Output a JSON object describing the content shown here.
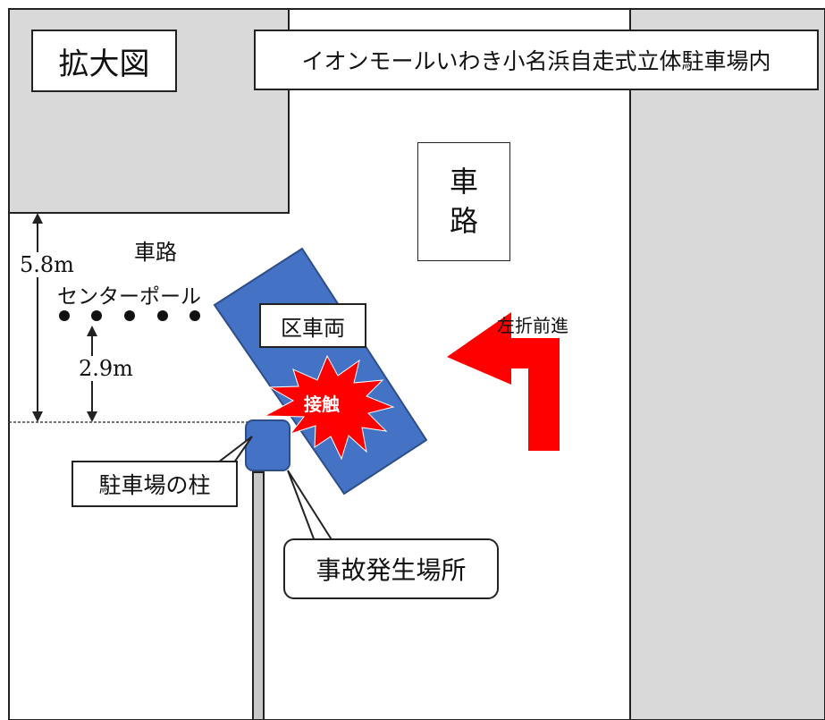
{
  "title_box": "拡大図",
  "location_box": "イオンモールいわき小名浜自走式立体駐車場内",
  "road_label_vertical": [
    "車",
    "路"
  ],
  "road_label_left": "車路",
  "dimension_5_8": "5.8m",
  "center_pole_label": "センターポール",
  "dimension_2_9": "2.9m",
  "vehicle_label": "区車両",
  "contact_label": "接触",
  "turn_label": "左折前進",
  "pillar_label": "駐車場の柱",
  "accident_label": "事故発生場所",
  "colors": {
    "gray_area": "#d9d9d9",
    "vehicle": "#4472c4",
    "arrow": "#ff0000",
    "burst": "#ff0000",
    "pillar": "#4472c4",
    "line": "#222222"
  }
}
